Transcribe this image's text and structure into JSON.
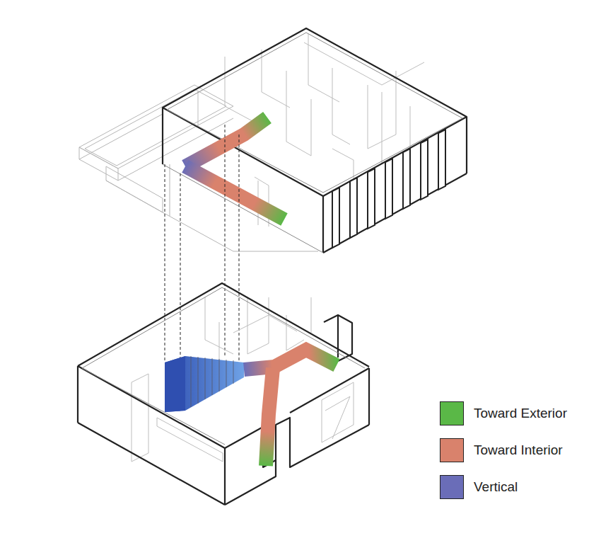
{
  "diagram": {
    "legend": [
      {
        "text": "Toward Exterior",
        "color": "#5ab847"
      },
      {
        "text": "Toward Interior",
        "color": "#d9826c"
      },
      {
        "text": "Vertical",
        "color": "#6a6db8"
      }
    ]
  }
}
